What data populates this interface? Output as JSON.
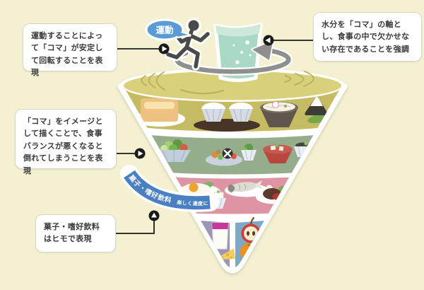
{
  "diagram": {
    "name": "food-guide-spinning-top-diagram",
    "background_color": "#f4f1d3"
  },
  "callouts": {
    "exercise": {
      "text": "運動することによって「コマ」が安定して回転することを表現"
    },
    "water": {
      "text": "水分を「コマ」の軸とし、食事の中で欠かせない存在であることを強調"
    },
    "spinning": {
      "text": "「コマ」をイメージとして描くことで、食事バランスが悪くなると倒れてしまうことを表現"
    },
    "snacks": {
      "text": "菓子・嗜好飲料はヒモで表現"
    }
  },
  "exercise_bubble": {
    "label": "運動",
    "color": "#5b9bd5"
  },
  "ribbon": {
    "label": "菓子・嗜好飲料",
    "sublabel": "楽しく適度に",
    "color": "#4a7fc3"
  },
  "spinning_top": {
    "axis_icon": "water-glass-icon",
    "runner_icon": "running-person-icon",
    "rotation_arrow_icon": "rotation-arrow-icon",
    "top_face_color": "#d8d07a",
    "tiers": [
      {
        "name": "grains",
        "color": "#c5bb62",
        "icons": [
          "toast-plate-icon",
          "rice-bowls-tray-icon",
          "udon-bowl-icon",
          "onigiri-icon"
        ]
      },
      {
        "name": "vegetables",
        "color": "#96ad8b",
        "icons": [
          "salad-bowl-icon",
          "stirfry-plate-icon",
          "vegetable-cup-icon",
          "miso-soup-bowl-icon",
          "side-dish-bowl-icon"
        ]
      },
      {
        "name": "protein",
        "color": "#df94a3",
        "icons": [
          "fried-egg-plate-icon",
          "tofu-cup-icon",
          "grilled-fish-plate-icon",
          "meat-dish-plate-icon"
        ]
      },
      {
        "name": "dairy",
        "color": "#9d95b6",
        "icons": [
          "milk-glass-icon",
          "cheese-icon"
        ]
      },
      {
        "name": "fruit",
        "color": "#7ea8c6",
        "icons": [
          "apple-icon",
          "orange-icon"
        ]
      }
    ]
  },
  "connectors": {
    "arrow_dot_color": "#1a1a1a",
    "directions": {
      "exercise": "right",
      "water": "left",
      "spinning": "right",
      "snacks": "up"
    }
  }
}
